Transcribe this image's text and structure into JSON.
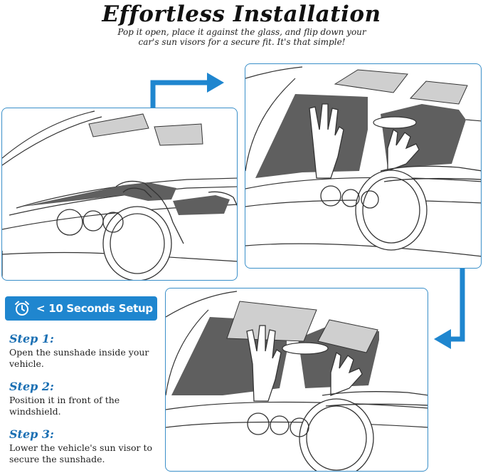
{
  "header": {
    "title": "Effortless Installation",
    "subtitle": "Pop it open, place it against the glass, and flip down your car's sun visors for a secure fit. It's that simple!"
  },
  "badge": {
    "icon": "alarm-clock-icon",
    "label": "< 10 Seconds Setup"
  },
  "steps": [
    {
      "title": "Step 1:",
      "text": "Open the sunshade inside your vehicle."
    },
    {
      "title": "Step 2:",
      "text": "Position it in front of the windshield."
    },
    {
      "title": "Step 3:",
      "text": "Lower the vehicle's sun visor to secure the sunshade."
    }
  ],
  "colors": {
    "accent": "#1f86cf",
    "panel_border": "#3a8fc9",
    "step_title": "#1a6fb3",
    "shade_dark": "#5f5f5f",
    "visor_gray": "#cfcfcf"
  }
}
